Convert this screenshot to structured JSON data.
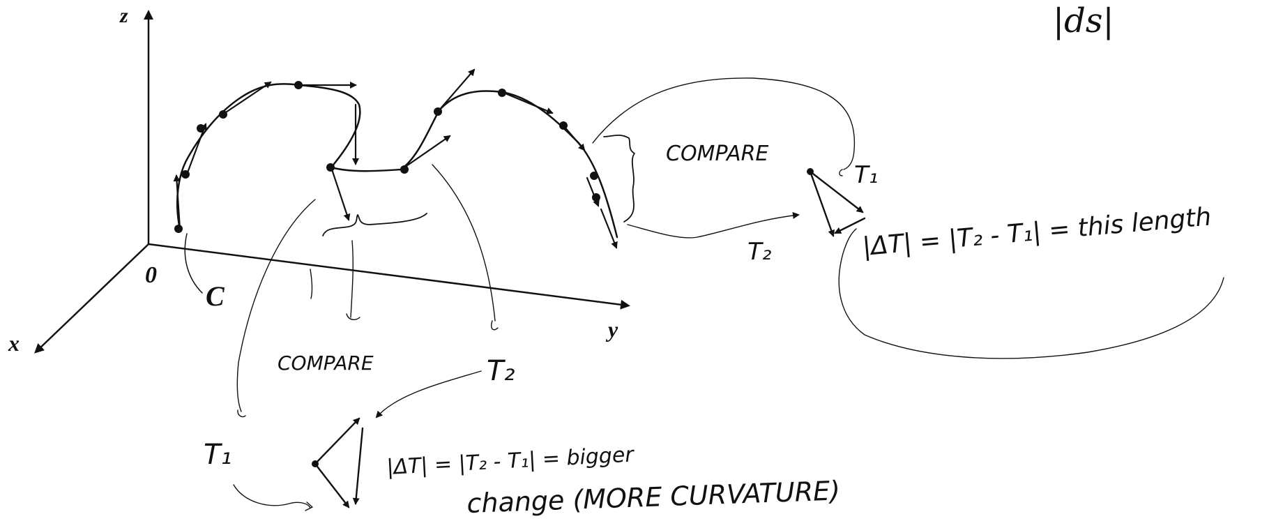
{
  "formula_fragment": "|ds|",
  "axes": {
    "z": "z",
    "x": "x",
    "y": "y",
    "origin": "0",
    "curve": "C"
  },
  "annotations": {
    "compare_right": "COMPARE",
    "compare_lower": "COMPARE",
    "t1_right": "T₁",
    "t2_right": "T₂",
    "t1_lower": "T₁",
    "t2_lower": "T₂",
    "delta_right": "|ΔT| = |T₂ - T₁| = this length",
    "delta_lower": "|ΔT| = |T₂ - T₁| = bigger",
    "change_note": "change (MORE CURVATURE)"
  }
}
